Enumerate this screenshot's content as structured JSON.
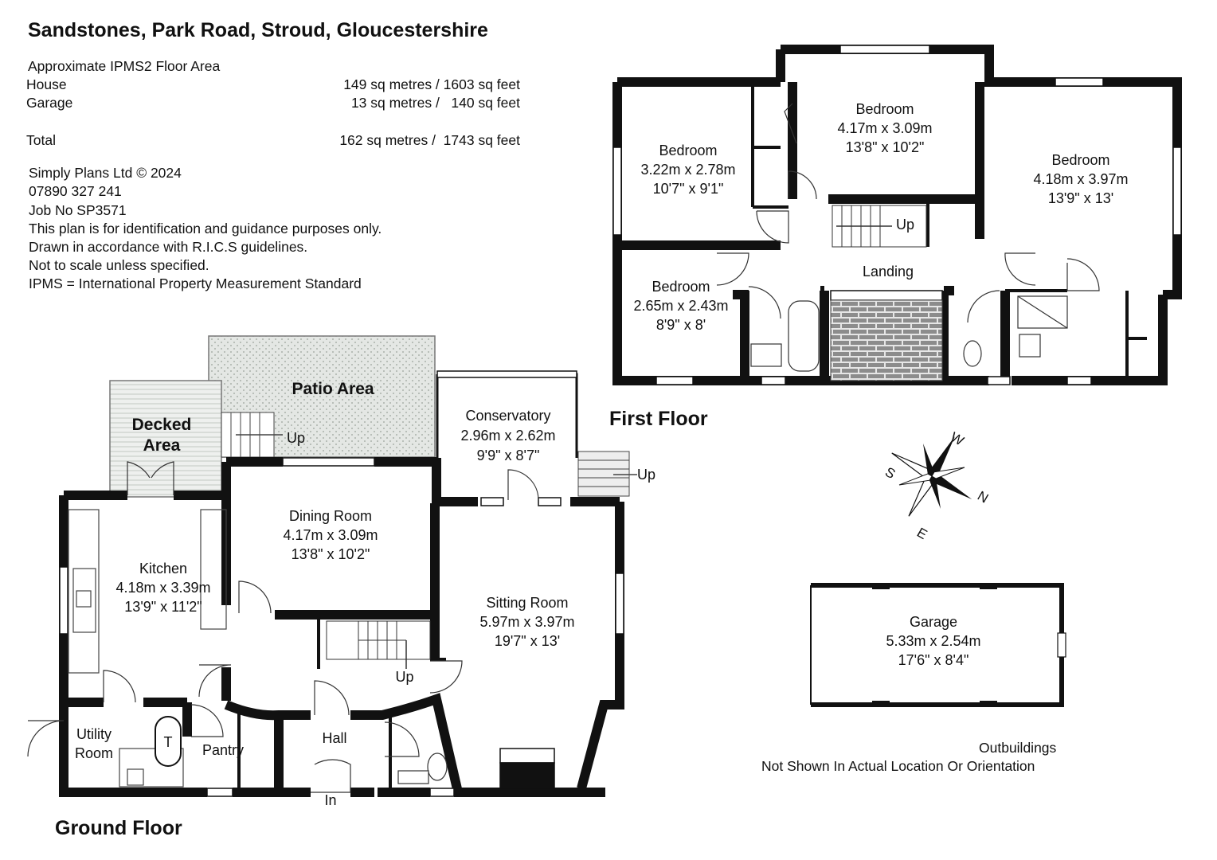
{
  "title": "Sandstones, Park Road, Stroud, Gloucestershire",
  "areas": {
    "heading": "Approximate IPMS2 Floor Area",
    "rows": [
      {
        "label": "House",
        "value": "149 sq metres / 1603 sq feet"
      },
      {
        "label": "Garage",
        "value": "13 sq metres /   140 sq feet"
      },
      {
        "label": "Total",
        "value": "162 sq metres /  1743 sq feet"
      }
    ]
  },
  "company": {
    "lines": [
      "Simply Plans Ltd © 2024",
      "07890 327 241",
      "Job No SP3571",
      "This plan is for identification and guidance purposes only.",
      "Drawn in accordance with R.I.C.S guidelines.",
      "Not to scale unless specified.",
      "IPMS = International Property Measurement Standard"
    ]
  },
  "floors": {
    "ground": "Ground Floor",
    "first": "First Floor"
  },
  "ground_rooms": {
    "patio": "Patio Area",
    "decked_1": "Decked",
    "decked_2": "Area",
    "patio_up": "Up",
    "conservatory": {
      "name": "Conservatory",
      "metric": "2.96m x 2.62m",
      "imperial": "9'9\" x 8'7\""
    },
    "conservatory_up": "Up",
    "dining": {
      "name": "Dining Room",
      "metric": "4.17m x 3.09m",
      "imperial": "13'8\" x 10'2\""
    },
    "kitchen": {
      "name": "Kitchen",
      "metric": "4.18m x 3.39m",
      "imperial": "13'9\" x 11'2\""
    },
    "sitting": {
      "name": "Sitting Room",
      "metric": "5.97m x 3.97m",
      "imperial": "19'7\" x 13'"
    },
    "stairs_up": "Up",
    "utility_1": "Utility",
    "utility_2": "Room",
    "tank": "T",
    "pantry": "Pantry",
    "hall": "Hall",
    "entrance": "In"
  },
  "first_rooms": {
    "bed1": {
      "name": "Bedroom",
      "metric": "3.22m x 2.78m",
      "imperial": "10'7\" x 9'1\""
    },
    "bed2": {
      "name": "Bedroom",
      "metric": "4.17m x 3.09m",
      "imperial": "13'8\" x 10'2\""
    },
    "bed3": {
      "name": "Bedroom",
      "metric": "4.18m x 3.97m",
      "imperial": "13'9\" x 13'"
    },
    "bed4": {
      "name": "Bedroom",
      "metric": "2.65m x 2.43m",
      "imperial": "8'9\" x 8'"
    },
    "landing": "Landing",
    "stairs_up": "Up"
  },
  "garage": {
    "name": "Garage",
    "metric": "5.33m x 2.54m",
    "imperial": "17'6\" x 8'4\""
  },
  "outbuildings": {
    "line1": "Outbuildings",
    "line2": "Not Shown In Actual Location Or Orientation"
  },
  "compass": {
    "w": "W",
    "s": "S",
    "n": "N",
    "e": "E"
  },
  "colors": {
    "wall": "#111111",
    "patio": "#d8dcd8",
    "brick": "#7a7a7a"
  }
}
